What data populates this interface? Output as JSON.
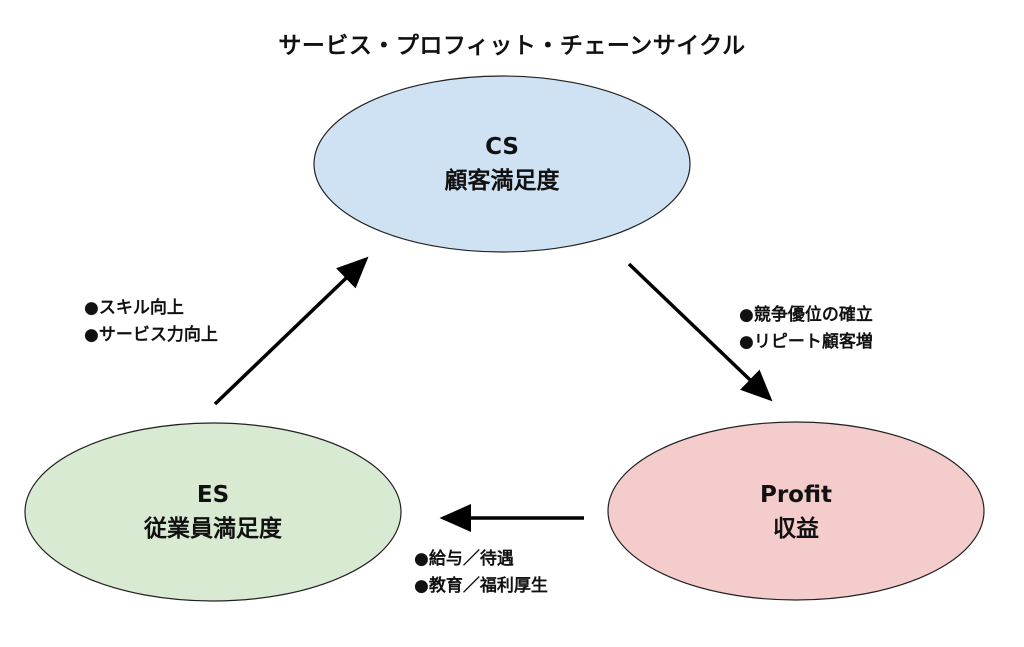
{
  "title": "サービス・プロフィット・チェーンサイクル",
  "colors": {
    "cs_fill": "#cfe2f3",
    "es_fill": "#d9ead3",
    "profit_fill": "#f4cccc",
    "stroke": "#222222",
    "arrow": "#000000"
  },
  "nodes": {
    "cs": {
      "abbr": "CS",
      "label": "顧客満足度"
    },
    "es": {
      "abbr": "ES",
      "label": "従業員満足度"
    },
    "profit": {
      "abbr": "Profit",
      "label": "収益"
    }
  },
  "edges": [
    {
      "from": "ES",
      "to": "CS",
      "labels": [
        "●スキル向上",
        "●サービス力向上"
      ]
    },
    {
      "from": "CS",
      "to": "Profit",
      "labels": [
        "●競争優位の確立",
        "●リピート顧客増"
      ]
    },
    {
      "from": "Profit",
      "to": "ES",
      "labels": [
        "●給与／待遇",
        "●教育／福利厚生"
      ]
    }
  ]
}
